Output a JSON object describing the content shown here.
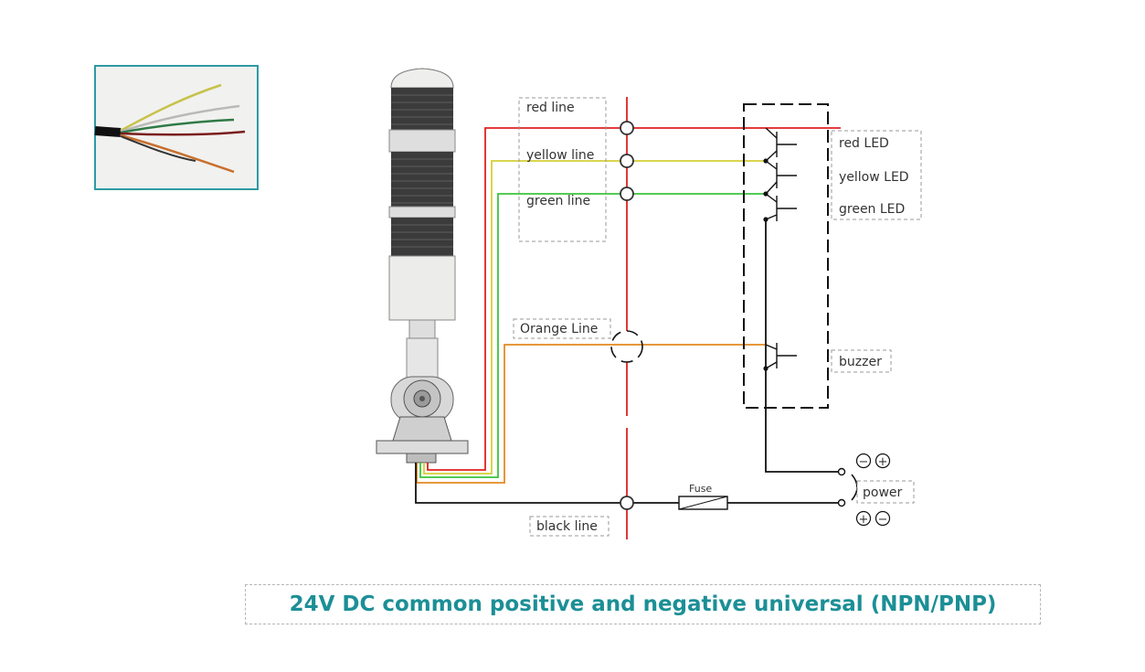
{
  "colors": {
    "red": "#e02020",
    "yellow": "#d4cf38",
    "green": "#3cc43c",
    "orange": "#e38a21",
    "black": "#111111",
    "caption": "#1c8f96",
    "frame": "#2e9aa3"
  },
  "labels": {
    "red_line": "red line",
    "yellow_line": "yellow line",
    "green_line": "green line",
    "orange_line": "Orange Line",
    "black_line": "black line",
    "red_led": "red LED",
    "yellow_led": "yellow LED",
    "green_led": "green LED",
    "buzzer": "buzzer",
    "fuse": "Fuse",
    "power": "power"
  },
  "polarity": {
    "top_minus": "−",
    "top_plus": "+",
    "bottom_plus": "+",
    "bottom_minus": "−"
  },
  "caption": "24V DC common positive and negative universal (NPN/PNP)",
  "icons": {
    "photo": "cable-wires-photo",
    "tower": "signal-tower-light",
    "transistor": "transistor-symbol",
    "fuse": "fuse-symbol",
    "terminal": "terminal-circle"
  }
}
